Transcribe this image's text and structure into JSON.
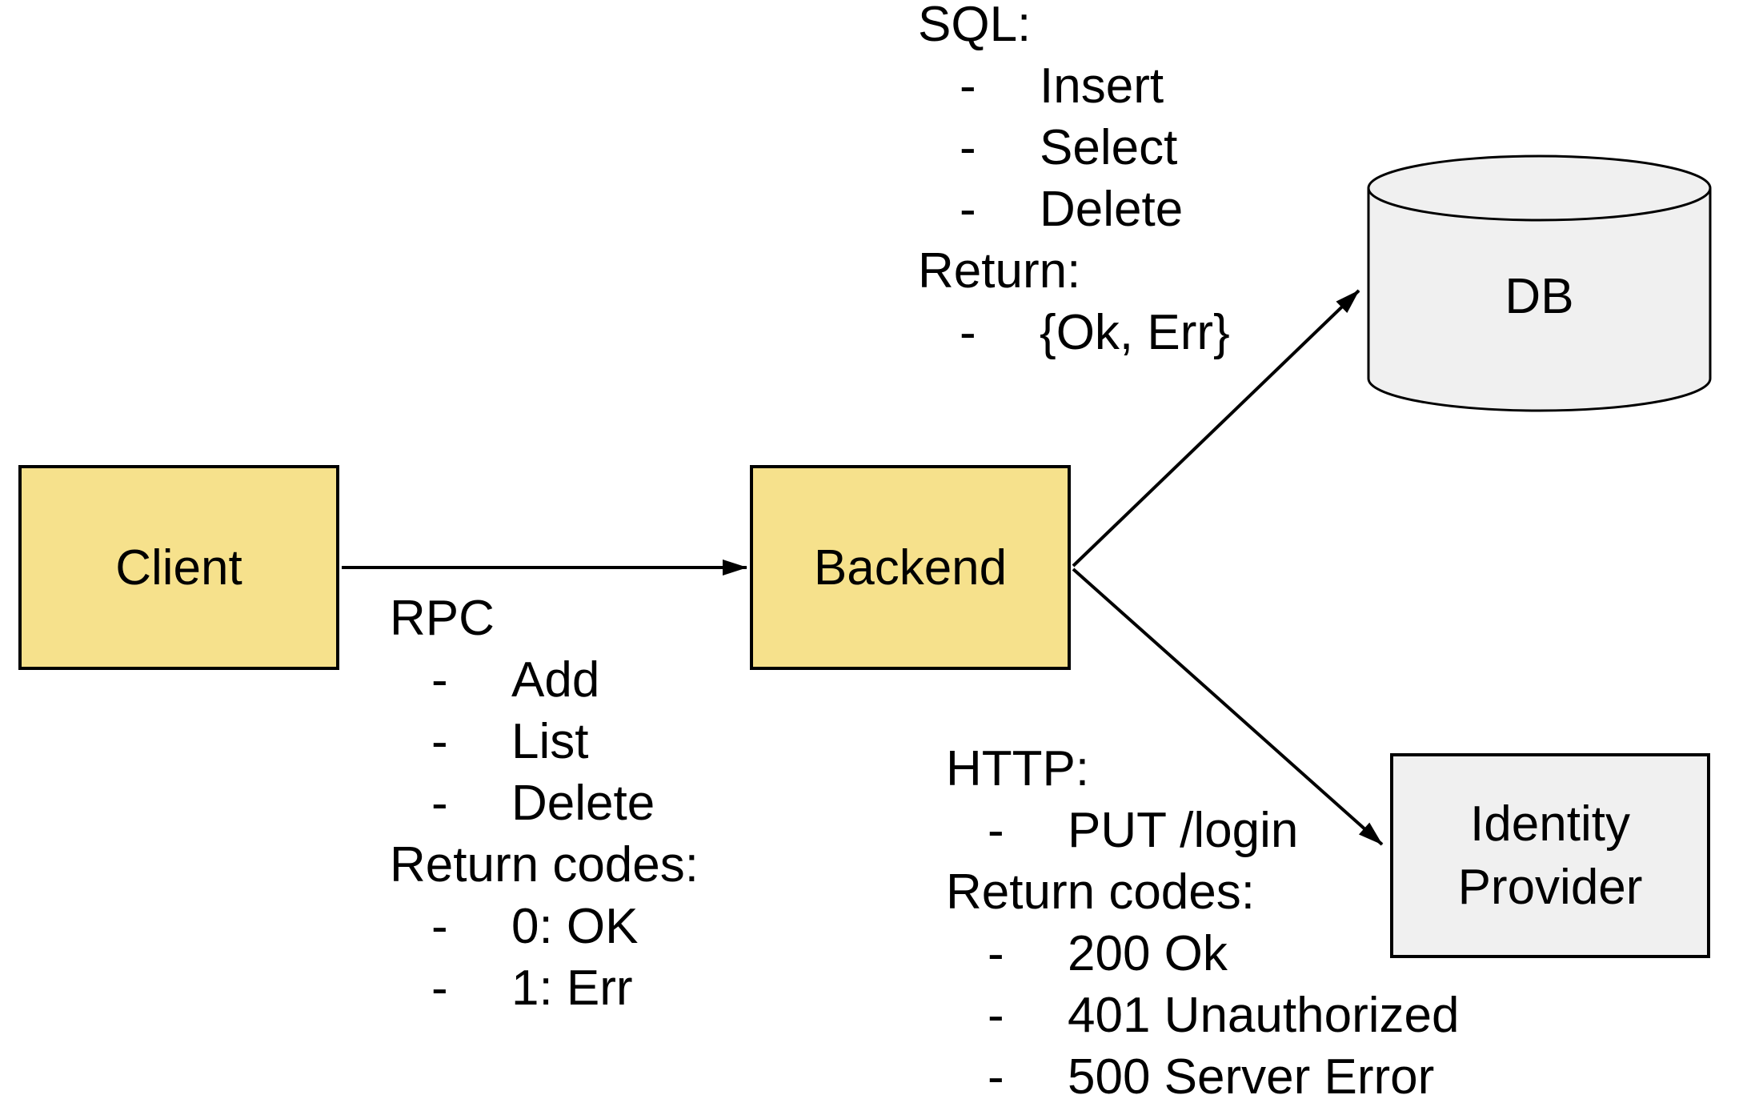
{
  "bullet": "-",
  "colors": {
    "background": "#FFFFFF",
    "stroke": "#000000",
    "text": "#000000",
    "node_yellow": "#F6E18C",
    "node_gray": "#F0F0F0"
  },
  "nodes": {
    "client": {
      "label": "Client"
    },
    "backend": {
      "label": "Backend"
    },
    "db": {
      "label": "DB",
      "shape": "cylinder"
    },
    "identity_provider": {
      "label": "Identity Provider"
    }
  },
  "edges": [
    {
      "from": "client",
      "to": "backend"
    },
    {
      "from": "backend",
      "to": "db"
    },
    {
      "from": "backend",
      "to": "identity_provider"
    }
  ],
  "notes": {
    "rpc": {
      "title": "RPC",
      "items": [
        "Add",
        "List",
        "Delete"
      ],
      "return_title": "Return codes:",
      "return_items": [
        "0: OK",
        "1: Err"
      ]
    },
    "sql": {
      "title": "SQL:",
      "items": [
        "Insert",
        "Select",
        "Delete"
      ],
      "return_title": "Return:",
      "return_items": [
        "{Ok, Err}"
      ]
    },
    "http": {
      "title": "HTTP:",
      "items": [
        "PUT /login"
      ],
      "return_title": "Return codes:",
      "return_items": [
        "200 Ok",
        "401 Unauthorized",
        "500 Server Error"
      ]
    }
  }
}
